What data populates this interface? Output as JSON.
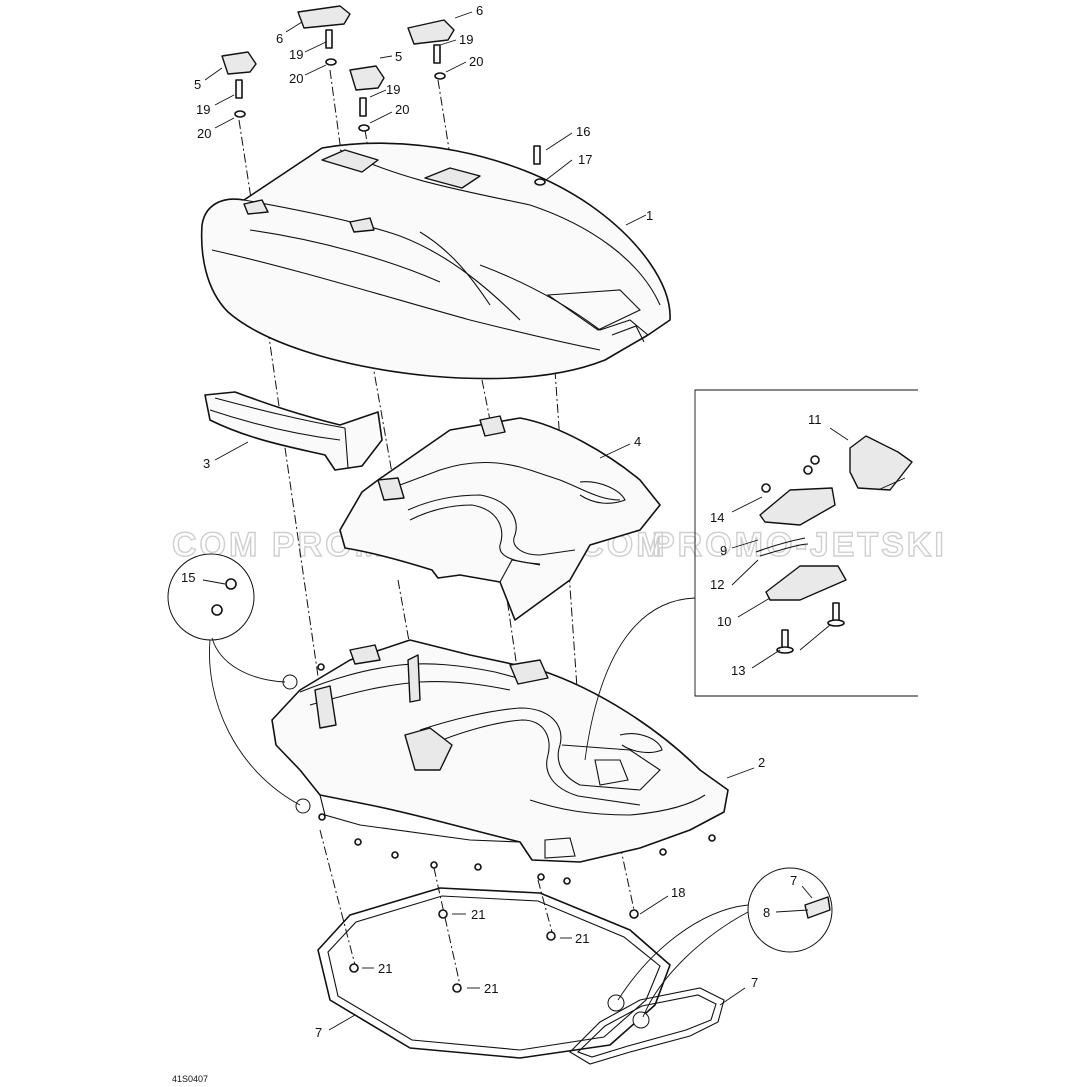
{
  "diagram": {
    "drawing_code": "41S0407",
    "watermark": [
      {
        "id": "wm1",
        "text": "COM"
      },
      {
        "id": "wm2",
        "text": "PROMO-JETSKI.COM"
      },
      {
        "id": "wm3",
        "text": "PROMO-JETSKI"
      }
    ],
    "callouts": [
      {
        "id": "c1",
        "label": "1"
      },
      {
        "id": "c2",
        "label": "2"
      },
      {
        "id": "c3",
        "label": "3"
      },
      {
        "id": "c4",
        "label": "4"
      },
      {
        "id": "c5a",
        "label": "5"
      },
      {
        "id": "c5b",
        "label": "5"
      },
      {
        "id": "c6a",
        "label": "6"
      },
      {
        "id": "c6b",
        "label": "6"
      },
      {
        "id": "c7a",
        "label": "7"
      },
      {
        "id": "c7b",
        "label": "7"
      },
      {
        "id": "c7c",
        "label": "7"
      },
      {
        "id": "c8",
        "label": "8"
      },
      {
        "id": "c9",
        "label": "9"
      },
      {
        "id": "c10",
        "label": "10"
      },
      {
        "id": "c11",
        "label": "11"
      },
      {
        "id": "c12",
        "label": "12"
      },
      {
        "id": "c13",
        "label": "13"
      },
      {
        "id": "c14",
        "label": "14"
      },
      {
        "id": "c15",
        "label": "15"
      },
      {
        "id": "c16",
        "label": "16"
      },
      {
        "id": "c17",
        "label": "17"
      },
      {
        "id": "c18",
        "label": "18"
      },
      {
        "id": "c19a",
        "label": "19"
      },
      {
        "id": "c19b",
        "label": "19"
      },
      {
        "id": "c19c",
        "label": "19"
      },
      {
        "id": "c19d",
        "label": "19"
      },
      {
        "id": "c20a",
        "label": "20"
      },
      {
        "id": "c20b",
        "label": "20"
      },
      {
        "id": "c20c",
        "label": "20"
      },
      {
        "id": "c20d",
        "label": "20"
      },
      {
        "id": "c21a",
        "label": "21"
      },
      {
        "id": "c21b",
        "label": "21"
      },
      {
        "id": "c21c",
        "label": "21"
      },
      {
        "id": "c21d",
        "label": "21"
      }
    ]
  }
}
